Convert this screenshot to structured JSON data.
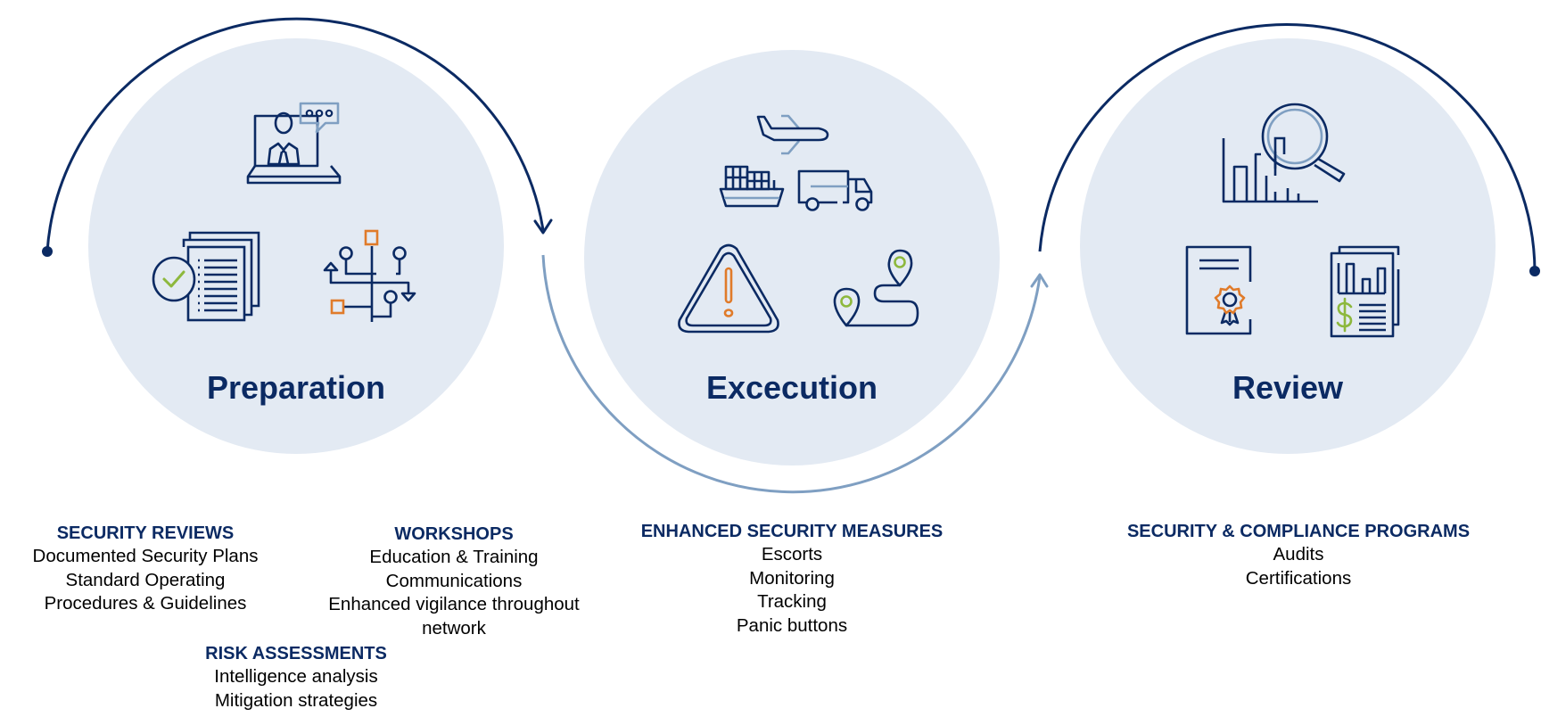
{
  "colors": {
    "navy": "#0b2a63",
    "circle_fill": "#e3eaf3",
    "light_arc": "#7f9fc2",
    "orange": "#e07b2a",
    "green": "#8db83d"
  },
  "stages": [
    {
      "title": "Preparation",
      "icons": [
        "video-conference-icon",
        "documents-check-icon",
        "process-flow-icon"
      ]
    },
    {
      "title": "Excecution",
      "icons": [
        "airplane-icon",
        "cargo-ship-icon",
        "truck-icon",
        "warning-triangle-icon",
        "route-pins-icon"
      ]
    },
    {
      "title": "Review",
      "icons": [
        "analytics-magnifier-icon",
        "certificate-icon",
        "financial-report-icon"
      ]
    }
  ],
  "blocks": {
    "security_reviews": {
      "heading": "SECURITY REVIEWS",
      "lines": [
        "Documented Security Plans",
        "Standard Operating",
        "Procedures & Guidelines"
      ]
    },
    "workshops": {
      "heading": "WORKSHOPS",
      "lines": [
        "Education & Training",
        "Communications",
        "Enhanced vigilance throughout",
        "network"
      ]
    },
    "risk_assessments": {
      "heading": "RISK ASSESSMENTS",
      "lines": [
        "Intelligence analysis",
        "Mitigation strategies"
      ]
    },
    "enhanced_security": {
      "heading": "ENHANCED SECURITY MEASURES",
      "lines": [
        "Escorts",
        "Monitoring",
        "Tracking",
        "Panic buttons"
      ]
    },
    "compliance": {
      "heading": "SECURITY & COMPLIANCE PROGRAMS",
      "lines": [
        "Audits",
        "Certifications"
      ]
    }
  }
}
